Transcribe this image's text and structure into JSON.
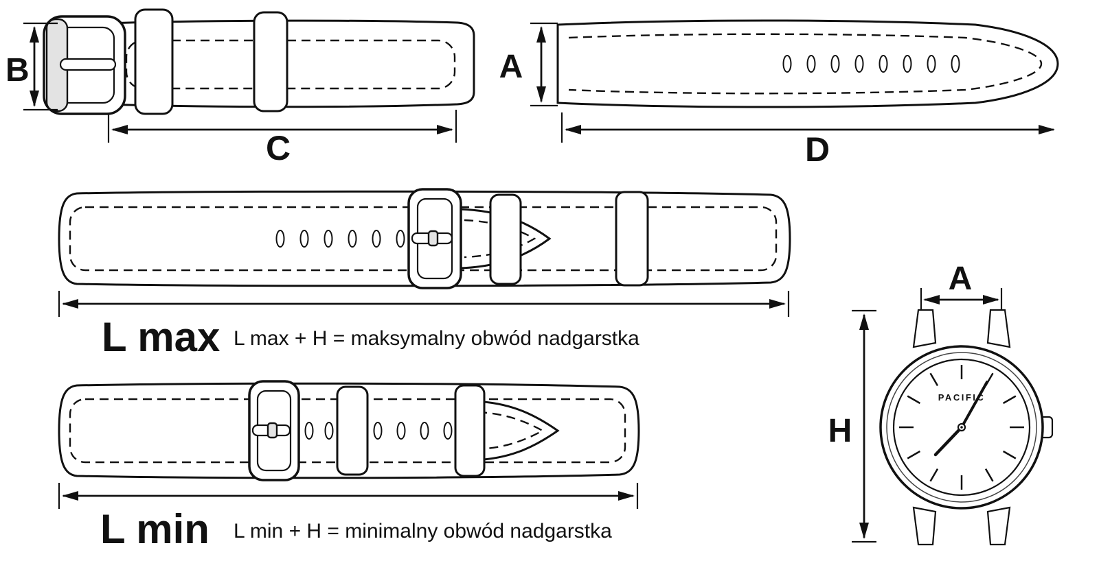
{
  "diagram": {
    "top_left_strap": {
      "dim_height": "B",
      "dim_length": "C"
    },
    "top_right_strap": {
      "dim_height": "A",
      "dim_length": "D"
    },
    "l_max": {
      "label": "L max",
      "formula": "L max + H  = maksymalny obwód nadgarstka"
    },
    "l_min": {
      "label": "L min",
      "formula": "L min + H  = minimalny obwód nadgarstka"
    },
    "watch": {
      "dim_width": "A",
      "dim_height": "H",
      "brand": "PACIFIC"
    }
  },
  "colors": {
    "line": "#111111",
    "background": "#ffffff",
    "metal": "#e3e3e3"
  }
}
